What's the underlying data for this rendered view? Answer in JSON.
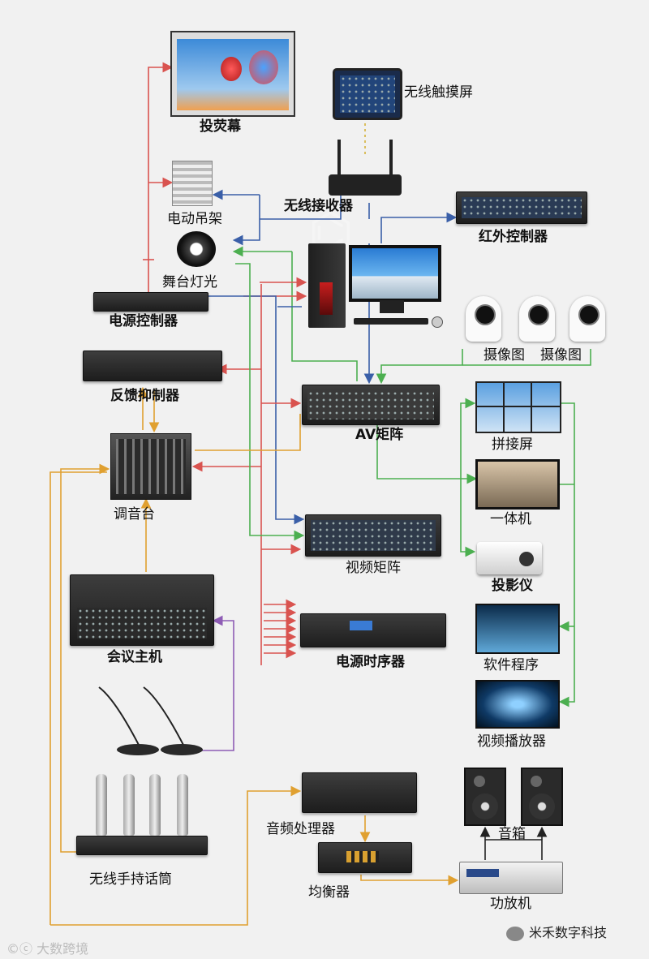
{
  "labels": {
    "projection_screen": "投荧幕",
    "wireless_touch_screen": "无线触摸屏",
    "wireless_receiver": "无线接收器",
    "infrared_controller": "红外控制器",
    "electric_hanger": "电动吊架",
    "stage_light": "舞台灯光",
    "power_controller": "电源控制器",
    "camera_1": "摄像图",
    "camera_2": "摄像图",
    "feedback_suppressor": "反馈抑制器",
    "av_matrix": "AV矩阵",
    "splicing_screen": "拼接屏",
    "mixer": "调音台",
    "all_in_one": "一体机",
    "video_matrix": "视频矩阵",
    "projector": "投影仪",
    "conference_host": "会议主机",
    "power_sequencer": "电源时序器",
    "software_program": "软件程序",
    "video_player": "视频播放器",
    "audio_processor": "音频处理器",
    "speakers": "音箱",
    "wireless_mic": "无线手持话筒",
    "equalizer": "均衡器",
    "amplifier": "功放机"
  },
  "footer": {
    "left_watermark": "大数跨境",
    "right_brand": "米禾数字科技"
  },
  "colors": {
    "red": "#d9534f",
    "blue": "#3a5fa8",
    "green": "#4caf50",
    "orange": "#e0a030",
    "purple": "#8e5cb5",
    "yellow_dotted": "#d4b13a"
  }
}
